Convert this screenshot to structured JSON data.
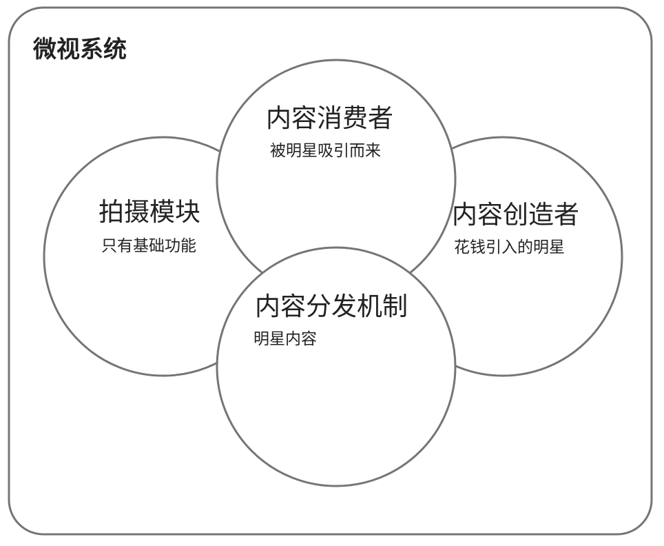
{
  "system": {
    "title": "微视系统"
  },
  "modules": {
    "shooting": {
      "title": "拍摄模块",
      "desc": "只有基础功能"
    },
    "consumer": {
      "title": "内容消费者",
      "desc": "被明星吸引而来"
    },
    "creator": {
      "title": "内容创造者",
      "desc": "花钱引入的明星"
    },
    "distribution": {
      "title": "内容分发机制",
      "desc": "明星内容"
    }
  },
  "colors": {
    "stroke": "#757575",
    "text": "#222222"
  }
}
